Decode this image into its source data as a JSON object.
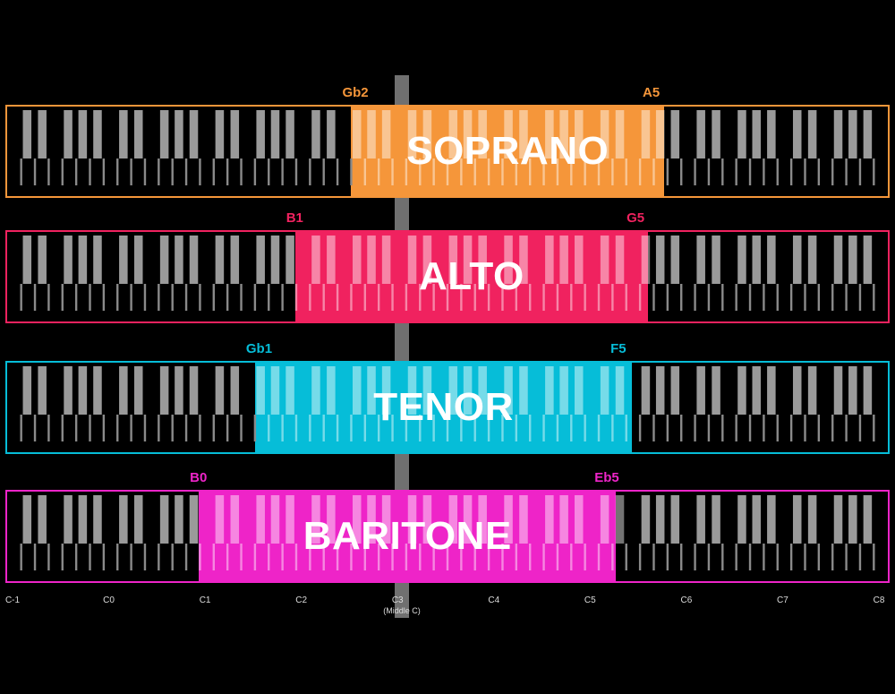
{
  "colors": {
    "background": "#000000",
    "soprano": "#f5963a",
    "alto": "#f0225f",
    "tenor": "#06bdd8",
    "baritone": "#ee24c8",
    "key_white": "#8a8a8a",
    "key_black": "#9a9a9a",
    "middle_bar": "#707070"
  },
  "ranges": [
    {
      "name": "SOPRANO",
      "low": "Gb2",
      "high": "A5",
      "color": "#f5963a"
    },
    {
      "name": "ALTO",
      "low": "B1",
      "high": "G5",
      "color": "#f0225f"
    },
    {
      "name": "TENOR",
      "low": "Gb1",
      "high": "F5",
      "color": "#06bdd8"
    },
    {
      "name": "BARITONE",
      "low": "B0",
      "high": "Eb5",
      "color": "#ee24c8"
    }
  ],
  "octave_labels": [
    "C-1",
    "C0",
    "C1",
    "C2",
    "C3",
    "C4",
    "C5",
    "C6",
    "C7",
    "C8"
  ],
  "middle_c_note": "(Middle C)"
}
